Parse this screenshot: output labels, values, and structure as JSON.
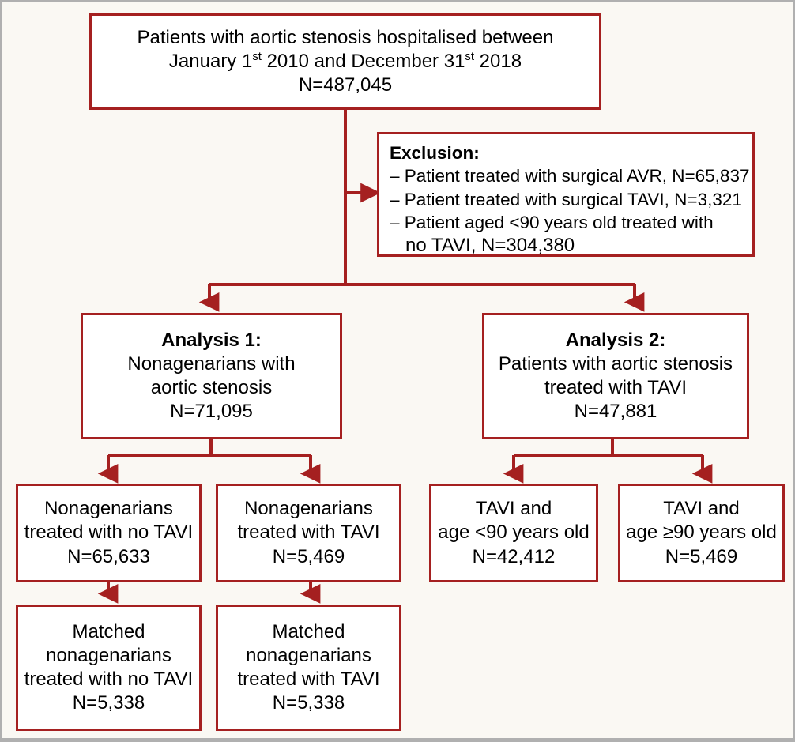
{
  "figure": {
    "type": "flowchart",
    "title": "Patient selection flowchart",
    "accent_color": "#a52020",
    "frame_color": "#b0b0b0",
    "background_color": "#faf8f3",
    "box_fill": "#ffffff"
  },
  "nodes": {
    "cohort": {
      "id": "cohort",
      "lines": [
        "Patients with aortic stenosis hospitalised between",
        "January 1st 2010 and December 31st 2018",
        "N=487,045"
      ],
      "line1": "Patients with aortic stenosis hospitalised between",
      "line2_a": "January 1",
      "line2_sup1": "st",
      "line2_b": " 2010 and December 31",
      "line2_sup2": "st",
      "line2_c": " 2018",
      "line3": "N=487,045"
    },
    "exclusion": {
      "id": "exclusion",
      "heading": "Exclusion:",
      "items": [
        "– Patient treated with surgical AVR, N=65,837",
        "– Patient treated with surgical TAVI, N=3,321",
        "– Patient aged <90 years old treated with",
        "no TAVI, N=304,380"
      ],
      "item1": "– Patient treated with surgical AVR, N=65,837",
      "item2": "– Patient treated with surgical TAVI, N=3,321",
      "item3": "– Patient aged <90 years old treated with",
      "item3_cont": "no TAVI, N=304,380"
    },
    "analysis1": {
      "id": "analysis1",
      "heading": "Analysis 1:",
      "line1": "Nonagenarians with",
      "line2": "aortic stenosis",
      "line3": "N=71,095",
      "count": "71,095"
    },
    "analysis2": {
      "id": "analysis2",
      "heading": "Analysis 2:",
      "line1": "Patients with aortic stenosis",
      "line2": "treated with TAVI",
      "line3": "N=47,881",
      "count": "47,881"
    },
    "nonag_no_tavi": {
      "id": "nonag-no-tavi",
      "line1": "Nonagenarians",
      "line2": "treated with no TAVI",
      "line3": "N=65,633",
      "count": "65,633"
    },
    "nonag_tavi": {
      "id": "nonag-tavi",
      "line1": "Nonagenarians",
      "line2": "treated with TAVI",
      "line3": "N=5,469",
      "count": "5,469"
    },
    "tavi_under90": {
      "id": "tavi-under-90",
      "line1": "TAVI and",
      "line2": "age <90 years old",
      "line3": "N=42,412",
      "count": "42,412"
    },
    "tavi_over90": {
      "id": "tavi-over-90",
      "line1": "TAVI and",
      "line2": "age ≥90 years old",
      "line3": "N=5,469",
      "count": "5,469"
    },
    "matched_no_tavi": {
      "id": "matched-no-tavi",
      "line1": "Matched",
      "line2": "nonagenarians",
      "line3": "treated with no TAVI",
      "line4": "N=5,338",
      "count": "5,338"
    },
    "matched_tavi": {
      "id": "matched-tavi",
      "line1": "Matched",
      "line2": "nonagenarians",
      "line3": "treated with TAVI",
      "line4": "N=5,338",
      "count": "5,338"
    }
  },
  "chart_data": {
    "type": "flowchart",
    "title": "Patient selection flowchart",
    "nodes": [
      {
        "key": "cohort",
        "label": "Patients with aortic stenosis hospitalised between January 1st 2010 and December 31st 2018",
        "n": 487045
      },
      {
        "key": "exclusion",
        "label": "Exclusion",
        "items": [
          {
            "label": "Patient treated with surgical AVR",
            "n": 65837
          },
          {
            "label": "Patient treated with surgical TAVI",
            "n": 3321
          },
          {
            "label": "Patient aged <90 years old treated with no TAVI",
            "n": 304380
          }
        ]
      },
      {
        "key": "analysis1",
        "label": "Analysis 1: Nonagenarians with aortic stenosis",
        "n": 71095
      },
      {
        "key": "analysis2",
        "label": "Analysis 2: Patients with aortic stenosis treated with TAVI",
        "n": 47881
      },
      {
        "key": "nonag_no_tavi",
        "label": "Nonagenarians treated with no TAVI",
        "n": 65633
      },
      {
        "key": "nonag_tavi",
        "label": "Nonagenarians treated with TAVI",
        "n": 5469
      },
      {
        "key": "tavi_under90",
        "label": "TAVI and age <90 years old",
        "n": 42412
      },
      {
        "key": "tavi_over90",
        "label": "TAVI and age ≥90 years old",
        "n": 5469
      },
      {
        "key": "matched_no_tavi",
        "label": "Matched nonagenarians treated with no TAVI",
        "n": 5338
      },
      {
        "key": "matched_tavi",
        "label": "Matched nonagenarians treated with TAVI",
        "n": 5338
      }
    ],
    "edges": [
      {
        "from": "cohort",
        "to": "exclusion"
      },
      {
        "from": "cohort",
        "to": "analysis1"
      },
      {
        "from": "cohort",
        "to": "analysis2"
      },
      {
        "from": "analysis1",
        "to": "nonag_no_tavi"
      },
      {
        "from": "analysis1",
        "to": "nonag_tavi"
      },
      {
        "from": "analysis2",
        "to": "tavi_under90"
      },
      {
        "from": "analysis2",
        "to": "tavi_over90"
      },
      {
        "from": "nonag_no_tavi",
        "to": "matched_no_tavi"
      },
      {
        "from": "nonag_tavi",
        "to": "matched_tavi"
      }
    ]
  }
}
